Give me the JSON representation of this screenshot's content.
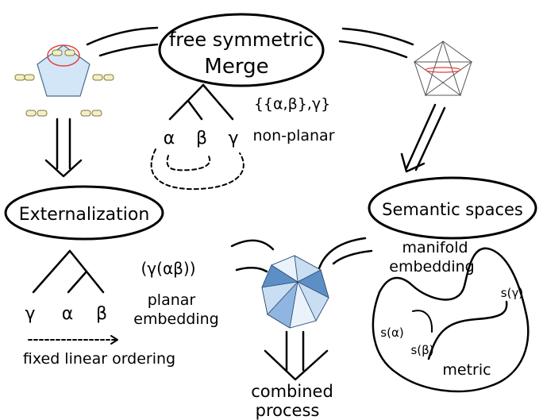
{
  "nodes": {
    "merge": {
      "line1": "free symmetric",
      "line2": "Merge"
    },
    "externalization": {
      "label": "Externalization"
    },
    "semantic": {
      "label": "Semantic spaces"
    },
    "combined": {
      "line1": "combined",
      "line2": "process"
    }
  },
  "merge_tree": {
    "leaves": [
      "α",
      "β",
      "γ"
    ],
    "set_notation": "{{α,β},γ}",
    "caption": "non-planar"
  },
  "ext_tree": {
    "leaves": [
      "γ",
      "α",
      "β"
    ],
    "notation": "(γ(αβ))",
    "caption_line1": "planar",
    "caption_line2": "embedding",
    "ordering_label": "fixed linear ordering"
  },
  "semantic_panel": {
    "caption_line1": "manifold",
    "caption_line2": "embedding",
    "points": [
      "s(γ)",
      "s(α)",
      "s(β)"
    ],
    "metric_label": "metric"
  },
  "colors": {
    "ink": "#000000",
    "pentagon_fill": "#d3e6f7",
    "icosahedron_light": "#c9def3",
    "icosahedron_mid": "#8fb6e0",
    "icosahedron_dark": "#5d8fc7",
    "highlight_red": "#e0413a"
  },
  "icons": [
    "pentagon-graph-icon",
    "star-pentagon-icon",
    "icosahedron-icon"
  ]
}
